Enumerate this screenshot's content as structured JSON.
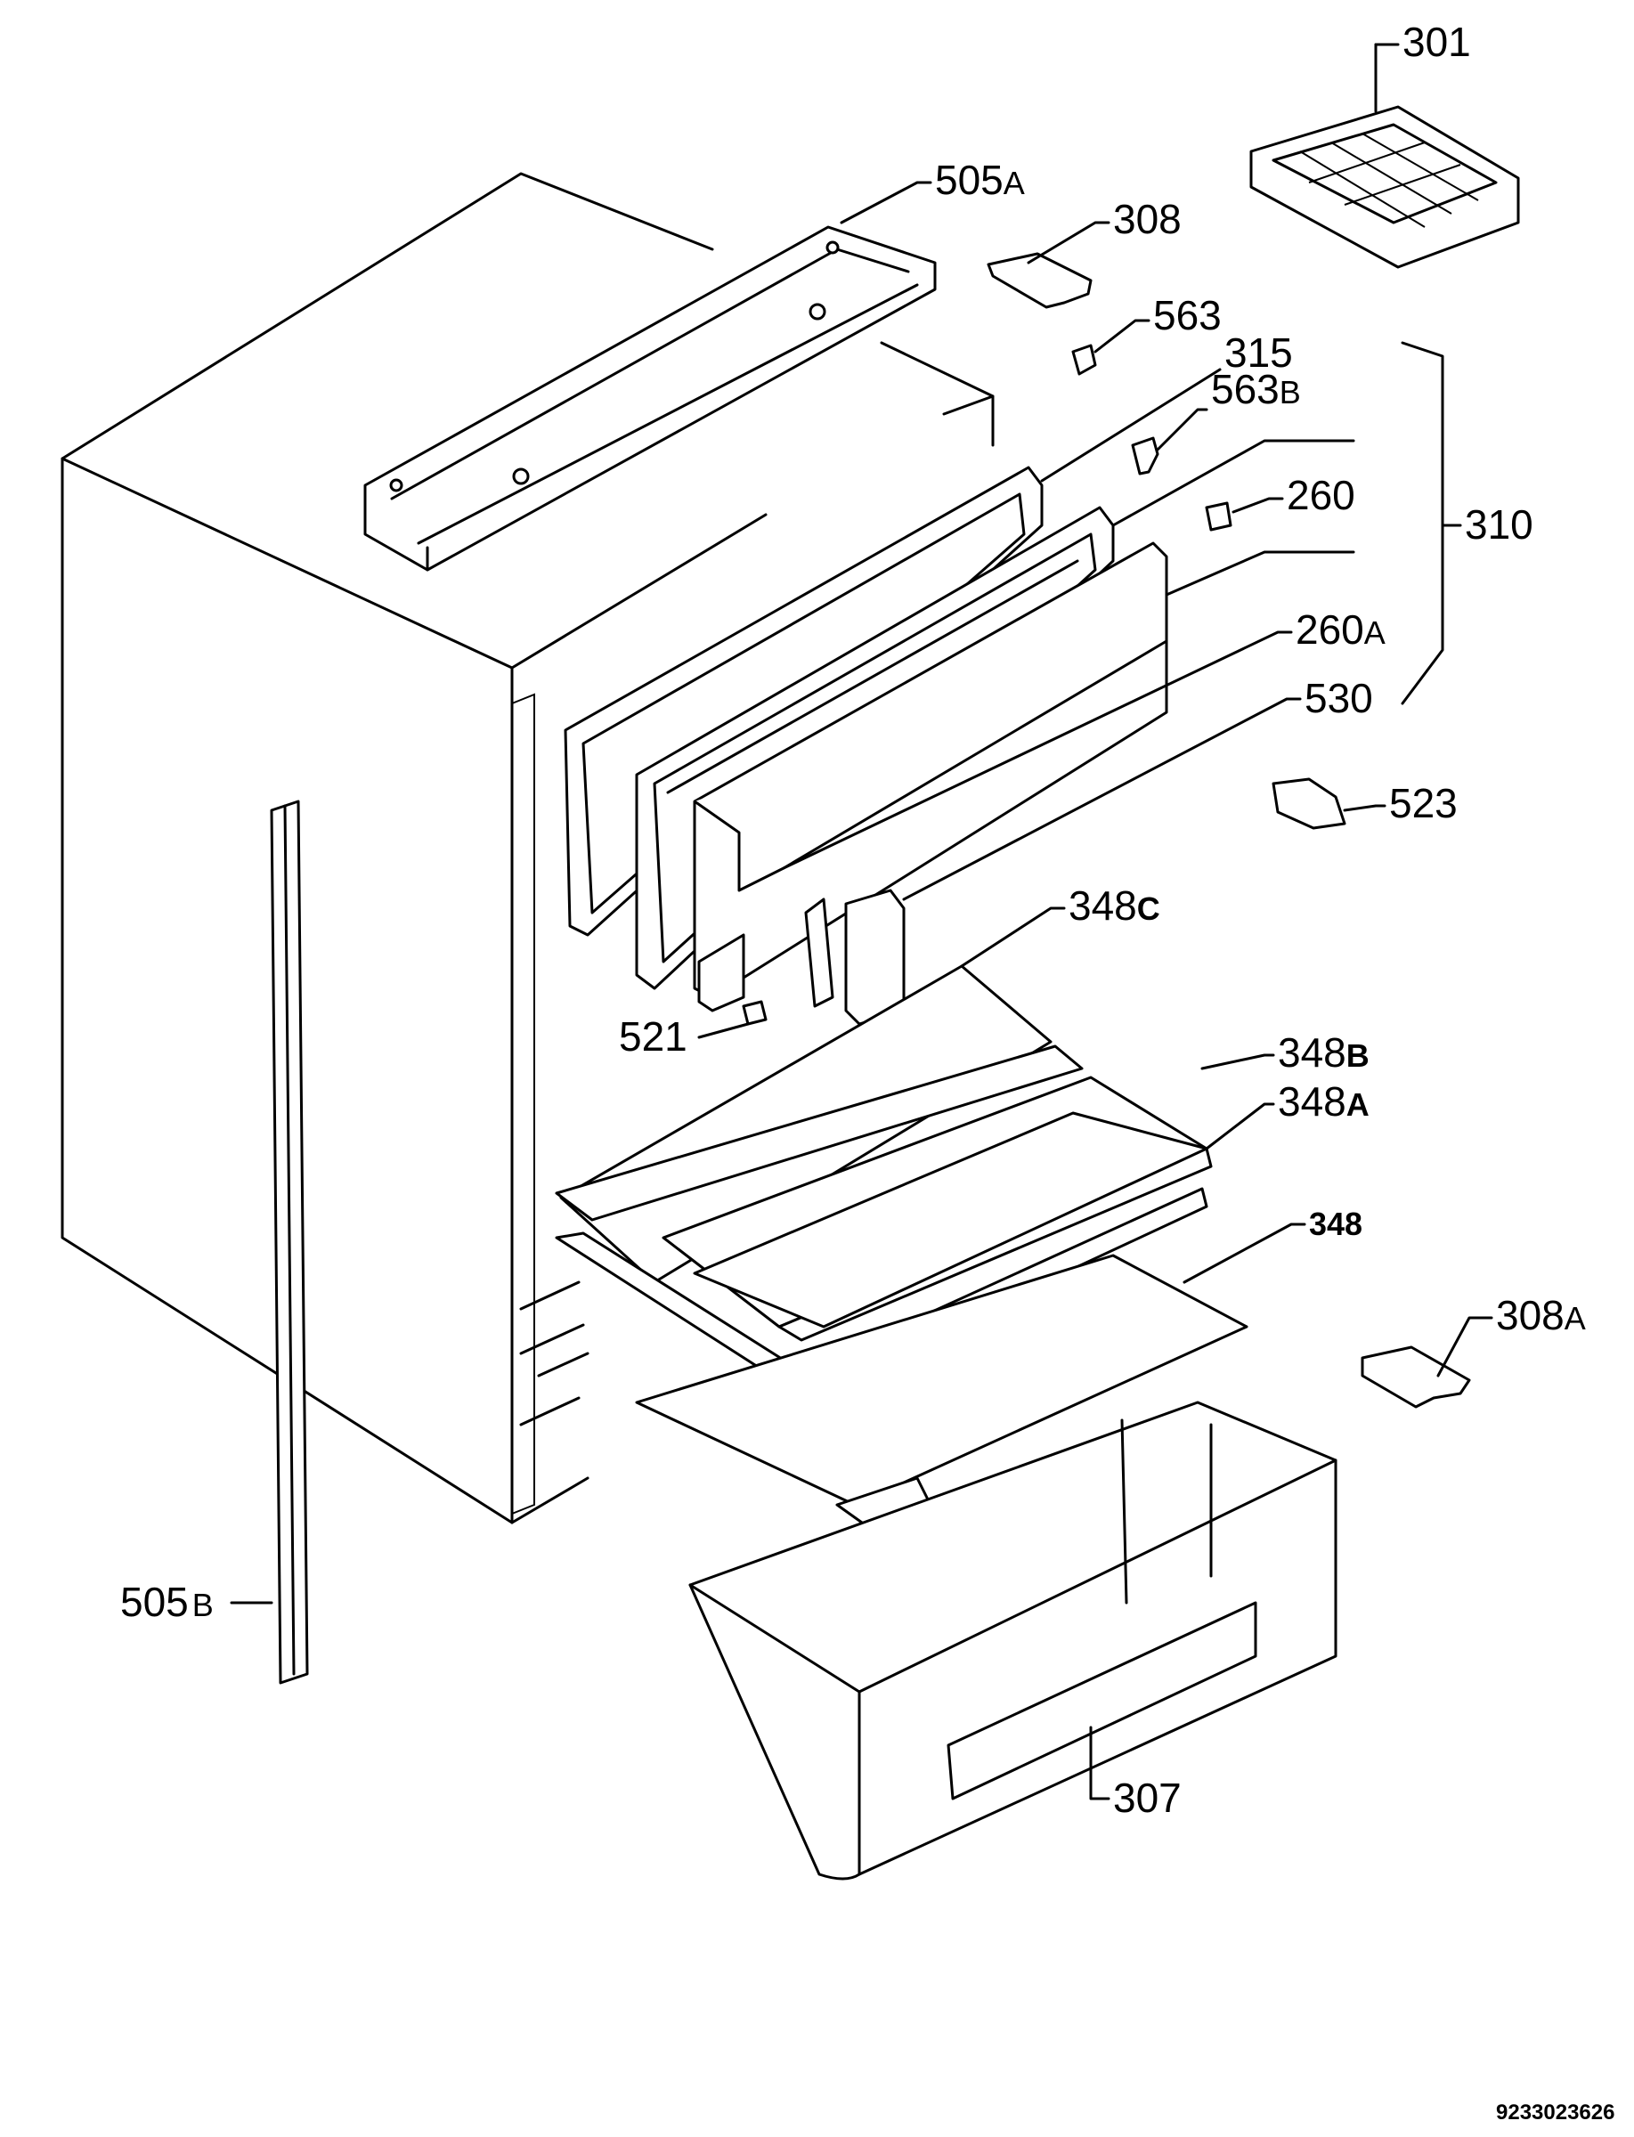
{
  "labels": {
    "p301": {
      "num": "301",
      "suffix": ""
    },
    "p505A": {
      "num": "505",
      "suffix": "A"
    },
    "p308": {
      "num": "308",
      "suffix": ""
    },
    "p563": {
      "num": "563",
      "suffix": ""
    },
    "p315": {
      "num": "315",
      "suffix": ""
    },
    "p563B": {
      "num": "563",
      "suffix": "B"
    },
    "p260": {
      "num": "260",
      "suffix": ""
    },
    "p310": {
      "num": "310",
      "suffix": ""
    },
    "p260A": {
      "num": "260",
      "suffix": "A"
    },
    "p530": {
      "num": "530",
      "suffix": ""
    },
    "p523": {
      "num": "523",
      "suffix": ""
    },
    "p348C": {
      "num": "348",
      "suffix": "C"
    },
    "p521": {
      "num": "521",
      "suffix": ""
    },
    "p348B": {
      "num": "348",
      "suffix": "B"
    },
    "p348A": {
      "num": "348",
      "suffix": "A"
    },
    "p348": {
      "num": "348",
      "suffix": ""
    },
    "p308A": {
      "num": "308",
      "suffix": "A"
    },
    "p505B": {
      "num": "505",
      "suffix": "B"
    },
    "p307": {
      "num": "307",
      "suffix": ""
    }
  },
  "document_number": "9233023626"
}
